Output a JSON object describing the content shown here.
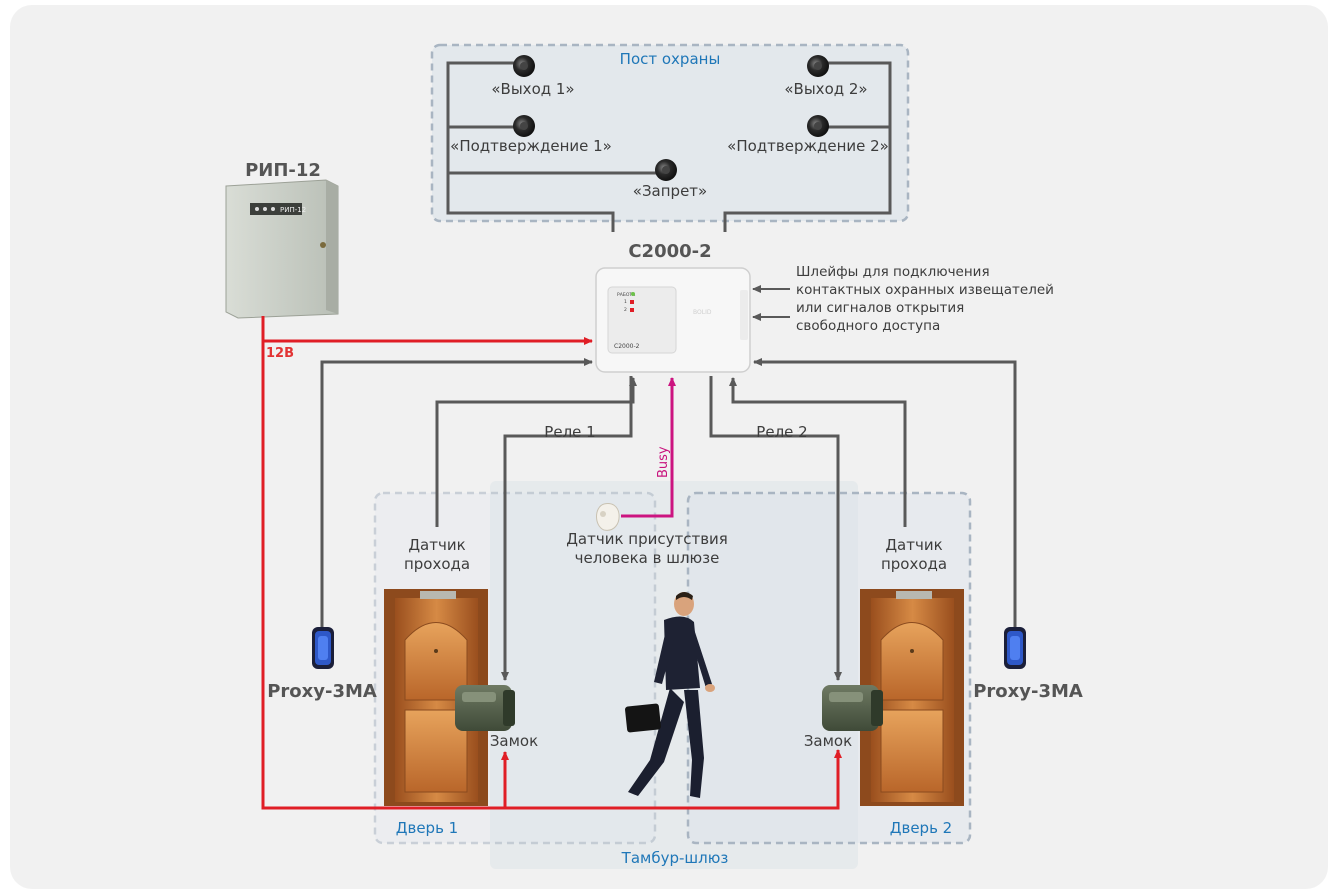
{
  "guard_post": {
    "title": "Пост охраны",
    "exit1": "«Выход 1»",
    "exit2": "«Выход 2»",
    "confirm1": "«Подтверждение 1»",
    "confirm2": "«Подтверждение 2»",
    "deny": "«Запрет»"
  },
  "psu": {
    "title": "РИП-12",
    "panel_label": "РИП-12"
  },
  "controller": {
    "title": "С2000-2",
    "body_label": "С2000-2",
    "led_labels": [
      "РАБОТА",
      "1",
      "2"
    ],
    "brand": "BOLID"
  },
  "loops_note": [
    "Шлейфы для подключения",
    "контактных охранных извещателей",
    "или сигналов открытия",
    "свободного доступа"
  ],
  "voltage_label": "12В",
  "relay1": "Реле 1",
  "relay2": "Реле 2",
  "busy_label": "Busy",
  "presence_sensor": [
    "Датчик присутствия",
    "человека в шлюзе"
  ],
  "door_sensor_left": [
    "Датчик",
    "прохода"
  ],
  "door_sensor_right": [
    "Датчик",
    "прохода"
  ],
  "reader_left": "Proxy-3MA",
  "reader_right": "Proxy-3MA",
  "lock_left": "Замок",
  "lock_right": "Замок",
  "door1": "Дверь 1",
  "door2": "Дверь 2",
  "airlock": "Тамбур-шлюз",
  "colors": {
    "wire": "#595959",
    "power": "#e01e26",
    "busy": "#cc1480",
    "zone_label": "#1f77b8"
  }
}
